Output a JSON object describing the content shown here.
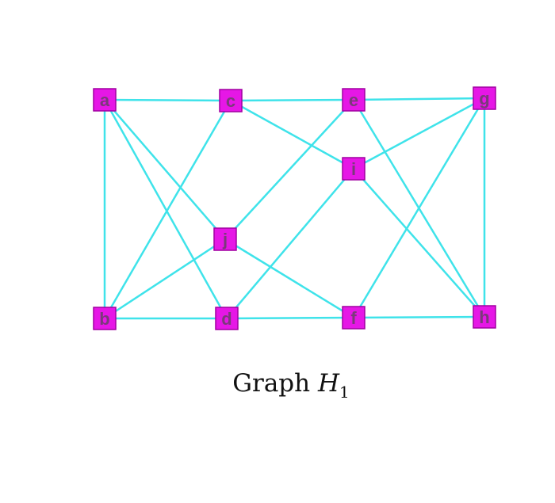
{
  "graph": {
    "vertices": [
      {
        "id": "a",
        "label": "a"
      },
      {
        "id": "c",
        "label": "c"
      },
      {
        "id": "e",
        "label": "e"
      },
      {
        "id": "g",
        "label": "g"
      },
      {
        "id": "i",
        "label": "i"
      },
      {
        "id": "j",
        "label": "j"
      },
      {
        "id": "b",
        "label": "b"
      },
      {
        "id": "d",
        "label": "d"
      },
      {
        "id": "f",
        "label": "f"
      },
      {
        "id": "h",
        "label": "h"
      }
    ],
    "edges": [
      [
        "a",
        "c"
      ],
      [
        "c",
        "e"
      ],
      [
        "e",
        "g"
      ],
      [
        "b",
        "d"
      ],
      [
        "d",
        "f"
      ],
      [
        "f",
        "h"
      ],
      [
        "a",
        "b"
      ],
      [
        "g",
        "h"
      ],
      [
        "a",
        "j"
      ],
      [
        "a",
        "d"
      ],
      [
        "c",
        "b"
      ],
      [
        "c",
        "i"
      ],
      [
        "e",
        "j"
      ],
      [
        "e",
        "h"
      ],
      [
        "g",
        "i"
      ],
      [
        "g",
        "f"
      ],
      [
        "i",
        "d"
      ],
      [
        "i",
        "h"
      ],
      [
        "j",
        "b"
      ],
      [
        "j",
        "f"
      ]
    ],
    "colors": {
      "vertex_fill": "#e617e6",
      "vertex_stroke": "#a000a0",
      "edge": "#3fe3ea"
    }
  },
  "caption": {
    "word": "Graph",
    "symbol": "H",
    "subscript": "1"
  }
}
